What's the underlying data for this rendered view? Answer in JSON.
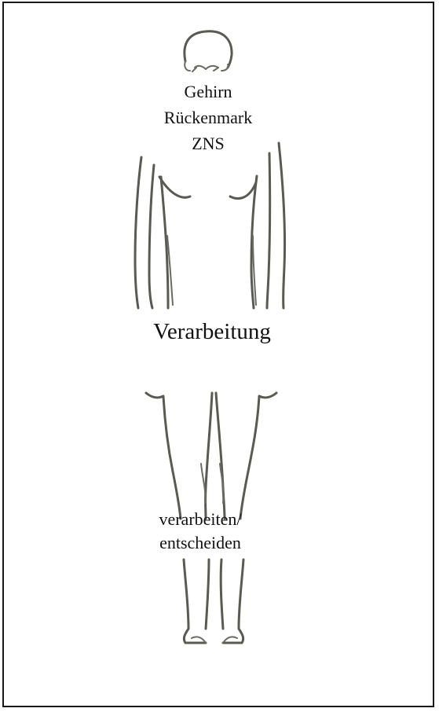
{
  "icon": "human-body-outline-icon",
  "line_color": "#5a5a52",
  "labels": {
    "cns": [
      "Gehirn",
      "Rückenmark",
      "ZNS"
    ],
    "main": "Verarbeitung",
    "verb": [
      "verarbeiten/",
      "entscheiden"
    ]
  }
}
